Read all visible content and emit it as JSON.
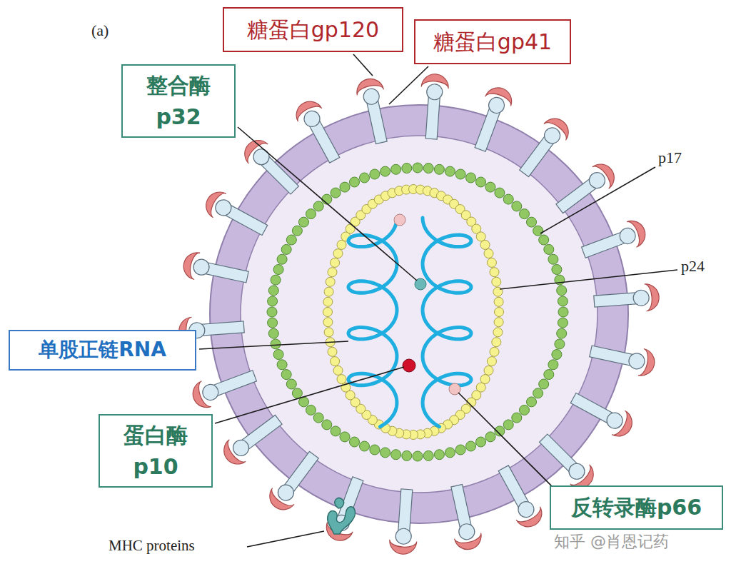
{
  "diagram": {
    "nodes": [
      {
        "text": [
          "糖蛋白gp120"
        ]
      },
      {
        "text": [
          "糖蛋白gp41"
        ]
      },
      {
        "text": [
          "整合酶 p32"
        ]
      },
      {
        "text": [
          "单股正链RNA"
        ]
      },
      {
        "text": [
          "蛋白酶 p10"
        ]
      },
      {
        "text": [
          "反转录酶p66"
        ]
      }
    ],
    "labels": [
      "(a)",
      "p17",
      "p24",
      "MHC proteins",
      "知乎 @肖恩记药"
    ]
  }
}
